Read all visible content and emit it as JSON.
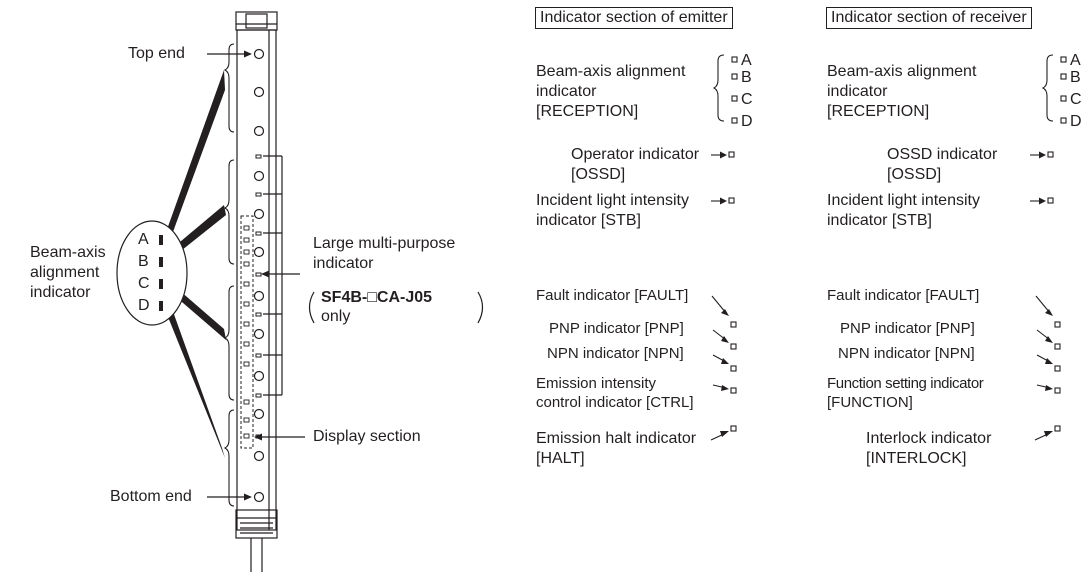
{
  "diagram": {
    "labels": {
      "top_end": "Top end",
      "bottom_end": "Bottom end",
      "display_section": "Display section",
      "beam_axis_l1": "Beam-axis",
      "beam_axis_l2": "alignment",
      "beam_axis_l3": "indicator",
      "letters": [
        "A",
        "B",
        "C",
        "D"
      ],
      "large_l1": "Large multi-purpose",
      "large_l2": "indicator",
      "large_model": "SF4B-□CA-J05",
      "large_only": "only"
    },
    "emitter": {
      "title": "Indicator section of emitter",
      "beam_l1": "Beam-axis alignment",
      "beam_l2": "indicator",
      "beam_l3": "[RECEPTION]",
      "letters": [
        "A",
        "B",
        "C",
        "D"
      ],
      "op_l1": "Operator indicator",
      "op_l2": "[OSSD]",
      "inc_l1": "Incident light intensity",
      "inc_l2": "indicator [STB]",
      "fault": "Fault indicator [FAULT]",
      "pnp": "PNP indicator [PNP]",
      "npn": "NPN indicator [NPN]",
      "ctrl_l1": "Emission intensity",
      "ctrl_l2": "control indicator [CTRL]",
      "halt_l1": "Emission halt indicator",
      "halt_l2": "[HALT]"
    },
    "receiver": {
      "title": "Indicator section of receiver",
      "beam_l1": "Beam-axis alignment",
      "beam_l2": "indicator",
      "beam_l3": "[RECEPTION]",
      "letters": [
        "A",
        "B",
        "C",
        "D"
      ],
      "ossd_l1": "OSSD indicator",
      "ossd_l2": "[OSSD]",
      "inc_l1": "Incident light intensity",
      "inc_l2": "indicator [STB]",
      "fault": "Fault indicator [FAULT]",
      "pnp": "PNP indicator [PNP]",
      "npn": "NPN indicator [NPN]",
      "func_l1": "Function setting indicator",
      "func_l2": "[FUNCTION]",
      "inter_l1": "Interlock indicator",
      "inter_l2": "[INTERLOCK]"
    }
  }
}
